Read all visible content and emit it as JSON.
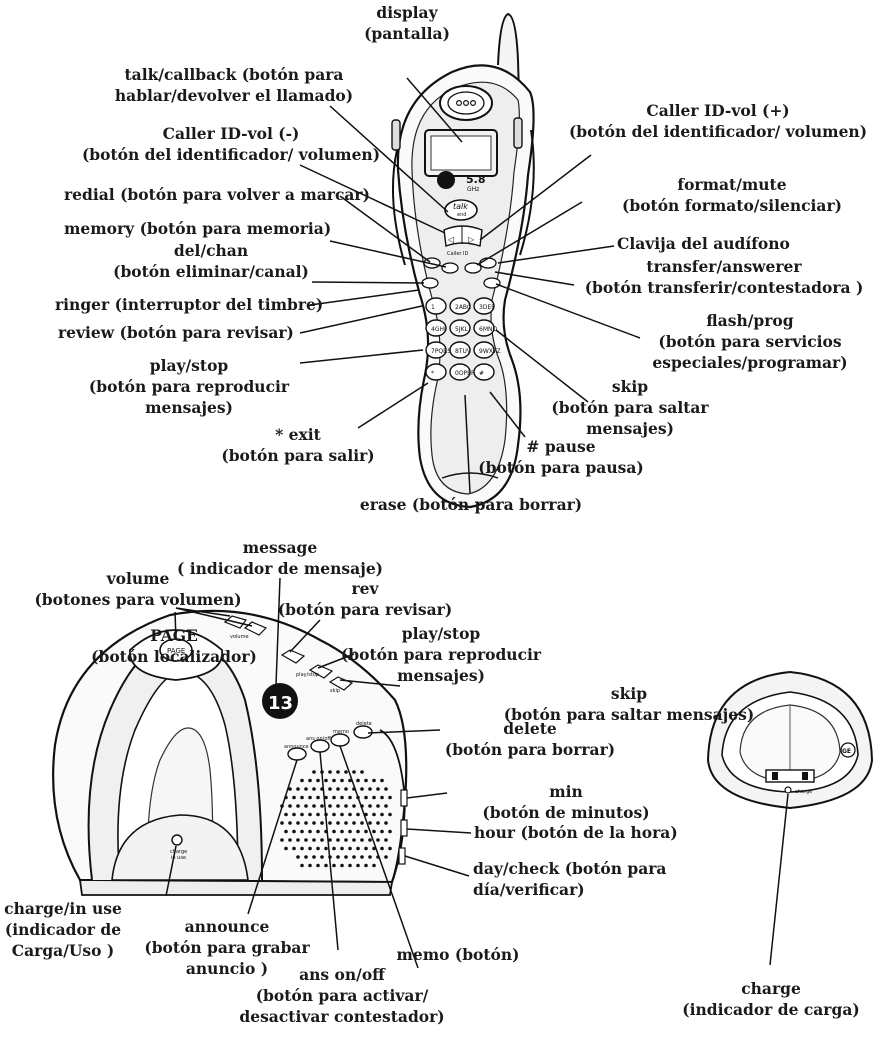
{
  "handset": {
    "brand_band": "5.8",
    "brand_unit": "GHz",
    "earpiece_icon": "speaker-grille-icon",
    "talk_key": "talk",
    "end_key": "end",
    "callerid_key": "Caller ID",
    "keypad": [
      "1",
      "2ABC",
      "3DEF",
      "4GHI",
      "5JKL",
      "6MNO",
      "7PQRS",
      "8TUV",
      "9WXYZ",
      "*",
      "0OPER",
      "#"
    ]
  },
  "base_print": {
    "display_digit": "13",
    "page": "PAGE",
    "volume": "volume",
    "announce": "announce",
    "ans_on_off": "ans on/off",
    "memo": "memo",
    "delete": "delete",
    "play_stop": "play/stop",
    "skip": "skip",
    "charge_in_use": "charge in use"
  },
  "charger_print": {
    "charge": "charge",
    "logo": "GE"
  },
  "labels": {
    "display": [
      "display",
      "(pantalla)"
    ],
    "talk_callback": [
      "talk/callback (botón para",
      "hablar/devolver el llamado)"
    ],
    "callerid_vol_minus": [
      "Caller ID-vol (-)",
      "(botón del identificador/ volumen)"
    ],
    "redial": [
      "redial (botón para volver a marcar)"
    ],
    "memory": [
      "memory (botón para memoria)"
    ],
    "del_chan": [
      "del/chan",
      "(botón eliminar/canal)"
    ],
    "ringer": [
      "ringer (interruptor del timbre)"
    ],
    "review": [
      "review (botón para revisar)"
    ],
    "play_stop_handset": [
      "play/stop",
      "(botón para reproducir",
      "mensajes)"
    ],
    "exit": [
      "* exit",
      "(botón para salir)"
    ],
    "callerid_vol_plus": [
      "Caller ID-vol (+)",
      "(botón del identificador/ volumen)"
    ],
    "format_mute": [
      "format/mute",
      "(botón formato/silenciar)"
    ],
    "headset_jack": [
      "Clavija del audífono"
    ],
    "transfer_answerer": [
      "transfer/answerer",
      "(botón transferir/contestadora )"
    ],
    "flash_prog": [
      "flash/prog",
      "(botón para servicios",
      "especiales/programar)"
    ],
    "skip_handset": [
      "skip",
      "(botón para saltar",
      "mensajes)"
    ],
    "pause": [
      "# pause",
      "(botón para pausa)"
    ],
    "erase": [
      "erase (botón para borrar)"
    ],
    "message": [
      "message",
      "( indicador de mensaje)"
    ],
    "volume": [
      "volume",
      "(botones para volumen)"
    ],
    "rev": [
      "rev",
      "(botón para revisar)"
    ],
    "page": [
      "PAGE",
      "(botón localizador)"
    ],
    "play_stop_base": [
      "play/stop",
      "(botón para reproducir",
      "mensajes)"
    ],
    "skip_base": [
      "skip",
      "(botón para saltar mensajes)"
    ],
    "delete": [
      "delete",
      "(botón para borrar)"
    ],
    "min": [
      "min",
      "(botón de minutos)"
    ],
    "hour": [
      "hour (botón de la hora)"
    ],
    "day_check": [
      "day/check (botón para",
      "día/verificar)"
    ],
    "charge_in_use": [
      "charge/in use",
      "(indicador de",
      "Carga/Uso )"
    ],
    "announce": [
      "announce",
      "(botón para grabar",
      "anuncio )"
    ],
    "memo": [
      "memo (botón)"
    ],
    "ans_on_off": [
      "ans on/off",
      "(botón para activar/",
      "desactivar contestador)"
    ],
    "charge": [
      "charge",
      "(indicador de carga)"
    ]
  }
}
